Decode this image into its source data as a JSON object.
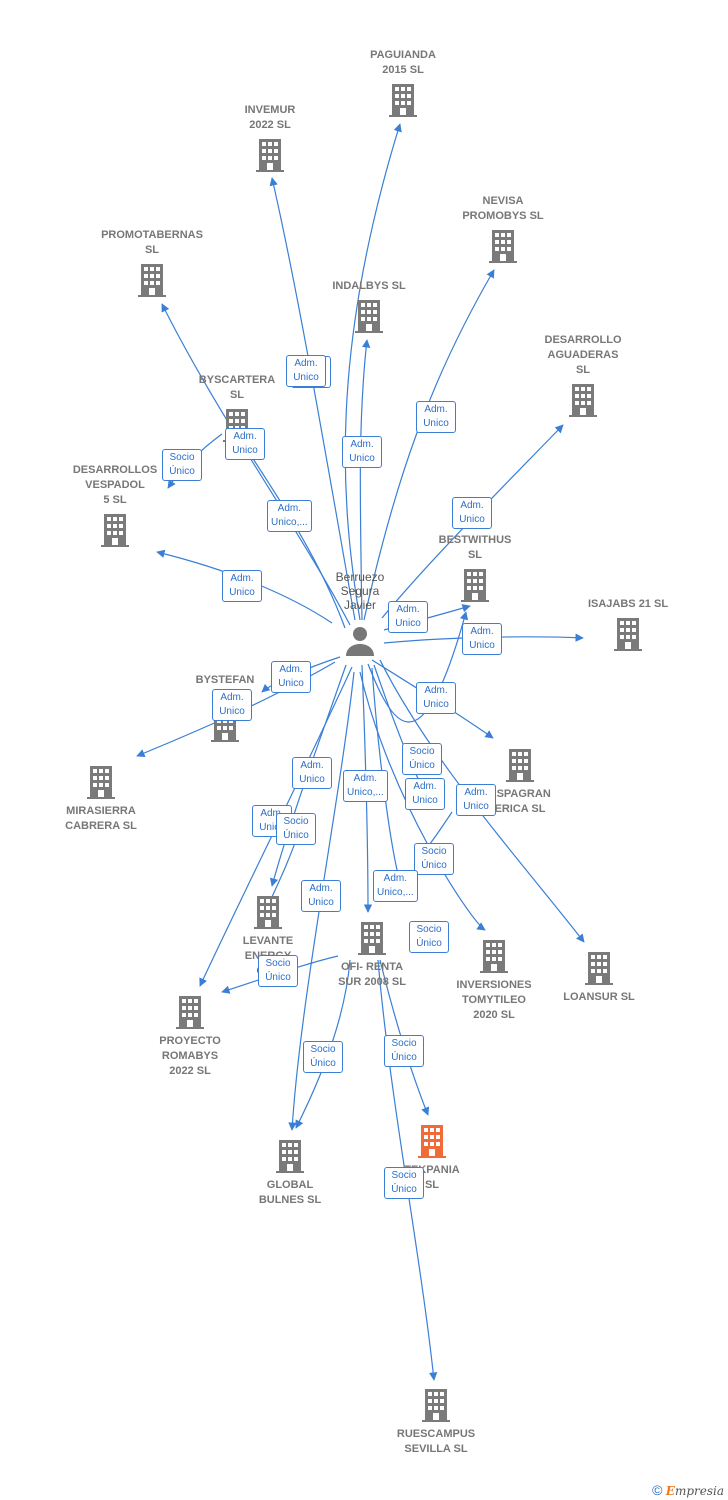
{
  "person": {
    "label": "Berruezo\nSegura\nJavier"
  },
  "colors": {
    "edge": "#3a7fd5",
    "building": "#7a7a7a",
    "highlight": "#f06b3a"
  },
  "nodes": [
    {
      "id": "paguianda",
      "label": "PAGUIANDA\n2015 SL"
    },
    {
      "id": "invemur",
      "label": "INVEMUR\n2022  SL"
    },
    {
      "id": "nevisa",
      "label": "NEVISA\nPROMOBYS SL"
    },
    {
      "id": "promotabernas",
      "label": "PROMOTABERNAS\nSL"
    },
    {
      "id": "indalbys",
      "label": "INDALBYS  SL"
    },
    {
      "id": "desarrollo_aguaderas",
      "label": "DESARROLLO\nAGUADERAS\nSL"
    },
    {
      "id": "byscartera",
      "label": "BYSCARTERA\nSL"
    },
    {
      "id": "desarrollos_vespadol",
      "label": "DESARROLLOS\nVESPADOL\n5  SL"
    },
    {
      "id": "bestwithus",
      "label": "BESTWITHUS\nSL"
    },
    {
      "id": "isajabs",
      "label": "ISAJABS 21  SL"
    },
    {
      "id": "bystefan",
      "label": "BYSTEFAN\n2"
    },
    {
      "id": "mirasierra",
      "label": "MIRASIERRA\nCABRERA SL"
    },
    {
      "id": "espagran",
      "label": "ESPAGRAN\nERICA SL"
    },
    {
      "id": "levante",
      "label": "LEVANTE\nENERGY\nCEN"
    },
    {
      "id": "ofi_renta",
      "label": "OFI- RENTA\nSUR 2008 SL"
    },
    {
      "id": "inversiones",
      "label": "INVERSIONES\nTOMYTILEO\n2020  SL"
    },
    {
      "id": "loansur",
      "label": "LOANSUR  SL"
    },
    {
      "id": "proyecto",
      "label": "PROYECTO\nROMABYS\n2022  SL"
    },
    {
      "id": "global",
      "label": "GLOBAL\nBULNES  SL"
    },
    {
      "id": "tekpania",
      "label": "TEKPANIA\nSL"
    },
    {
      "id": "ruescampus",
      "label": "RUESCAMPUS\nSEVILLA SL"
    }
  ],
  "edge_labels": [
    "Adm.\nUnico",
    "Adm.\nUnico",
    "Adm.\nUnico",
    "Adm.\nUnico,...",
    "Adm.\nUnico",
    "Socio\nÚnico",
    "Adm.\nUnico",
    "Adm.\nUnico",
    "Adm.\nUnico",
    "Adm.\nUnico",
    "Adm.\nUnico",
    "Adm.\nUnico",
    "Adm.\nUnico",
    "Adm.\nUnico",
    "Socio\nÚnico",
    "Adm.\nUnico",
    "Adm.\nUnico,...",
    "Adm.\nUnico",
    "Adm.\nUnico",
    "Socio\nÚnico",
    "Adm.\nUnico",
    "Socio\nÚnico",
    "Adm.\nUnico",
    "Adm.\nUnico,...",
    "Socio\nÚnico",
    "Socio\nÚnico",
    "Socio\nÚnico",
    "Socio\nÚnico",
    "Socio\nÚnico"
  ],
  "footer": {
    "copyright": "©",
    "brand_e": "E",
    "brand_rest": "mpresia"
  }
}
